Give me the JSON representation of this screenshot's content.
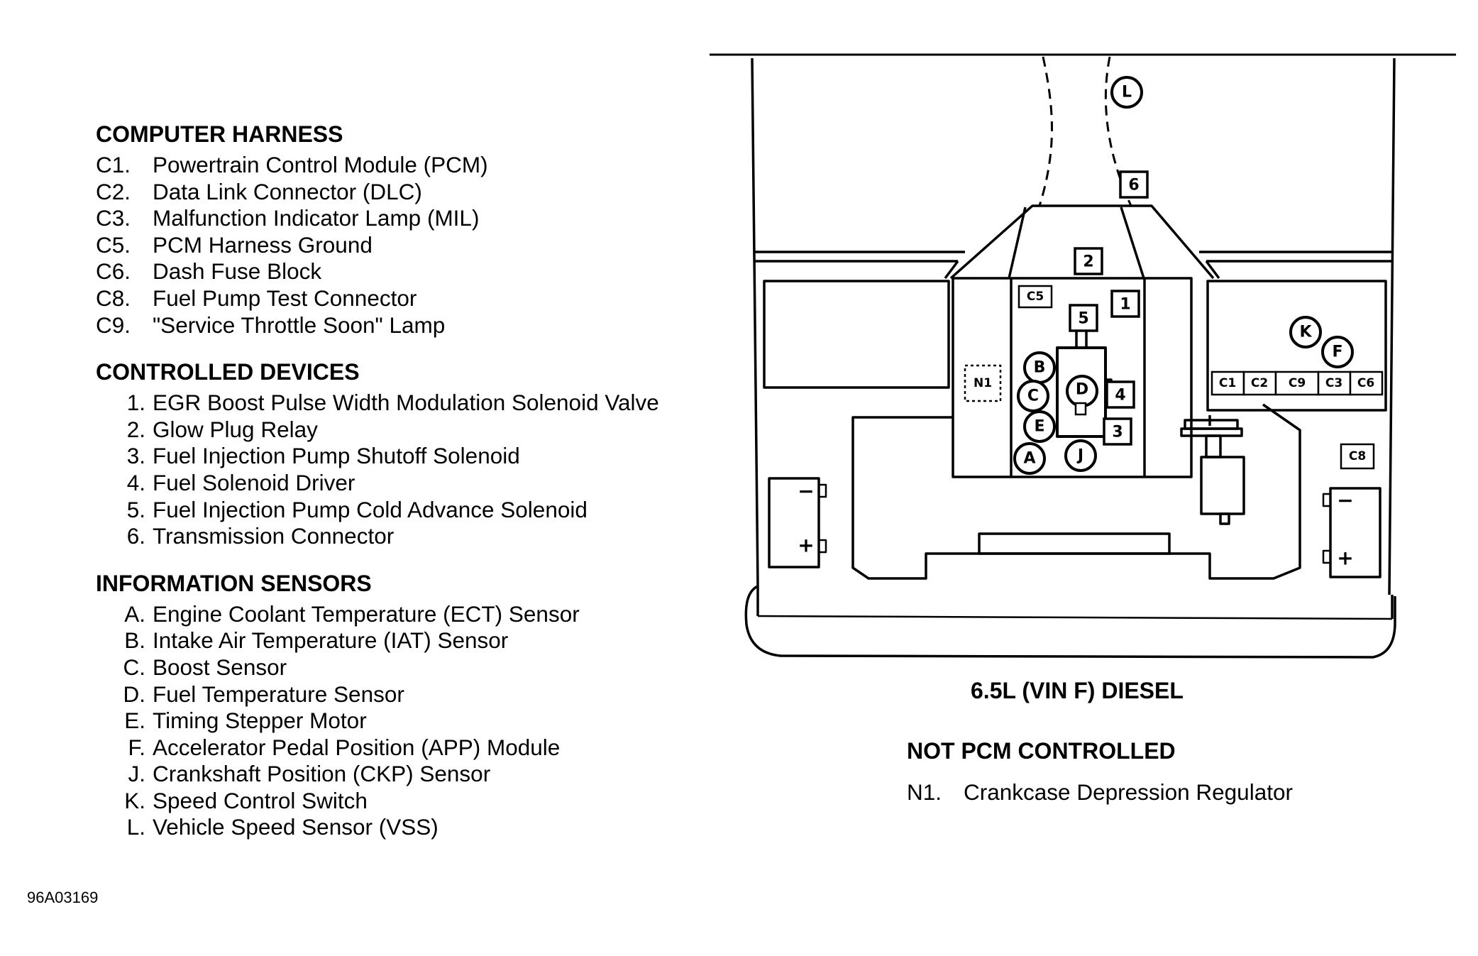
{
  "computer_harness": {
    "title": "COMPUTER HARNESS",
    "items": [
      {
        "code": "C1.",
        "label": "Powertrain Control Module (PCM)"
      },
      {
        "code": "C2.",
        "label": "Data Link Connector (DLC)"
      },
      {
        "code": "C3.",
        "label": "Malfunction Indicator Lamp (MIL)"
      },
      {
        "code": "C5.",
        "label": "PCM Harness Ground"
      },
      {
        "code": "C6.",
        "label": "Dash Fuse Block"
      },
      {
        "code": "C8.",
        "label": "Fuel Pump Test Connector"
      },
      {
        "code": "C9.",
        "label": "\"Service Throttle Soon\" Lamp"
      }
    ]
  },
  "controlled_devices": {
    "title": "CONTROLLED DEVICES",
    "items": [
      {
        "code": "1.",
        "label": "EGR Boost Pulse Width Modulation Solenoid Valve"
      },
      {
        "code": "2.",
        "label": "Glow Plug Relay"
      },
      {
        "code": "3.",
        "label": "Fuel Injection Pump Shutoff Solenoid"
      },
      {
        "code": "4.",
        "label": "Fuel Solenoid Driver"
      },
      {
        "code": "5.",
        "label": "Fuel Injection Pump Cold Advance Solenoid"
      },
      {
        "code": "6.",
        "label": "Transmission Connector"
      }
    ]
  },
  "information_sensors": {
    "title": "INFORMATION SENSORS",
    "items": [
      {
        "code": "A.",
        "label": "Engine Coolant Temperature (ECT) Sensor"
      },
      {
        "code": "B.",
        "label": "Intake Air Temperature (IAT) Sensor"
      },
      {
        "code": "C.",
        "label": "Boost Sensor"
      },
      {
        "code": "D.",
        "label": "Fuel Temperature Sensor"
      },
      {
        "code": "E.",
        "label": "Timing Stepper Motor"
      },
      {
        "code": "F.",
        "label": "Accelerator Pedal Position (APP) Module"
      },
      {
        "code": "J.",
        "label": "Crankshaft Position (CKP) Sensor"
      },
      {
        "code": "K.",
        "label": "Speed Control Switch"
      },
      {
        "code": "L.",
        "label": "Vehicle Speed Sensor (VSS)"
      }
    ]
  },
  "figure_id": "96A03169",
  "diagram": {
    "title": "6.5L (VIN F) DIESEL",
    "not_pcm": {
      "title": "NOT PCM CONTROLLED",
      "code": "N1.",
      "label": "Crankcase Depression Regulator"
    },
    "markers": {
      "L": "L",
      "six": "6",
      "two": "2",
      "one": "1",
      "five": "5",
      "C5": "C5",
      "N1": "N1",
      "B": "B",
      "C": "C",
      "D": "D",
      "E": "E",
      "A": "A",
      "J": "J",
      "three": "3",
      "four": "4",
      "K": "K",
      "F": "F",
      "C1": "C1",
      "C2": "C2",
      "C9": "C9",
      "C3": "C3",
      "C6": "C6",
      "C8": "C8",
      "batt_left_minus": "−",
      "batt_left_plus": "+",
      "batt_right_minus": "−",
      "batt_right_plus": "+"
    }
  }
}
